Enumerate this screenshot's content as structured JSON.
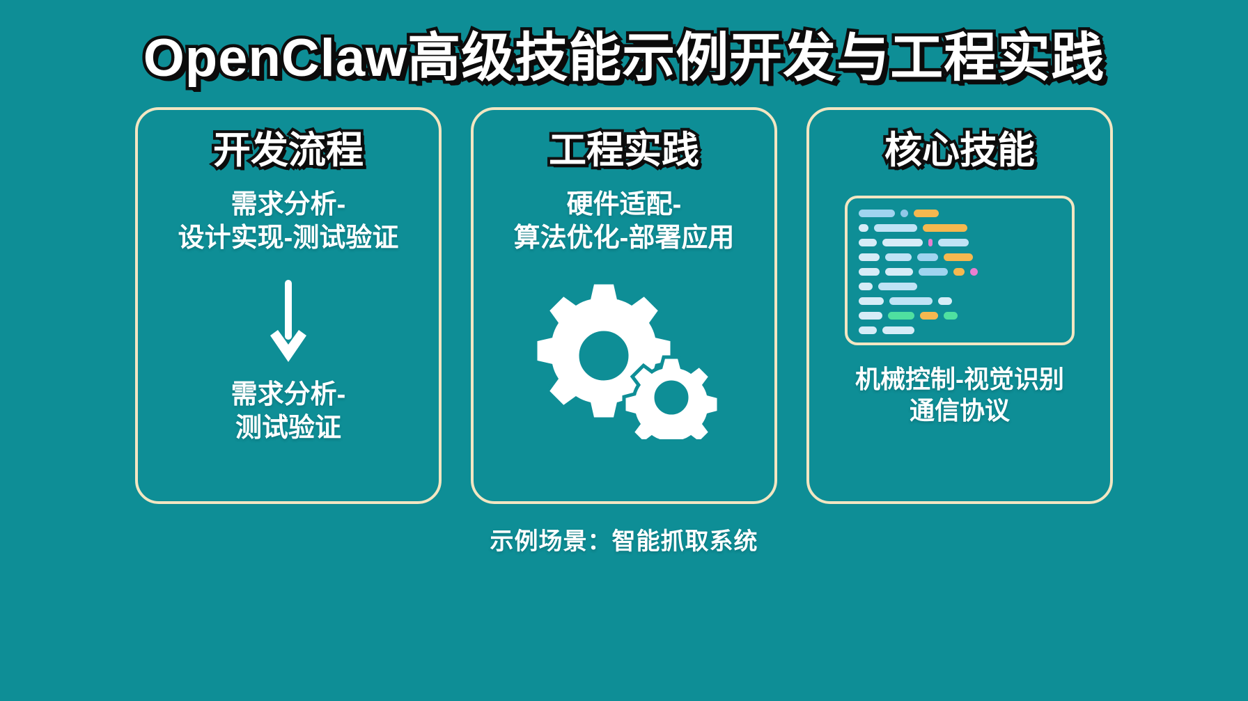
{
  "page": {
    "background_color": "#0e8e96",
    "accent_border_color": "#f2e6c2",
    "text_color": "#ffffff",
    "outline_color": "#101010",
    "title": "OpenClaw高级技能示例开发与工程实践",
    "footer": "示例场景：智能抓取系统"
  },
  "cards": [
    {
      "title": "开发流程",
      "body_top": "需求分析-\n设计实现-测试验证",
      "icon": "down-arrow-icon",
      "body_bottom": "需求分析-\n测试验证"
    },
    {
      "title": "工程实践",
      "body_top": "硬件适配-\n算法优化-部署应用",
      "icon": "gears-icon",
      "body_bottom": ""
    },
    {
      "title": "核心技能",
      "body_top": "",
      "icon": "code-window-icon",
      "body_bottom": "机械控制-视觉识别\n通信协议"
    }
  ],
  "code_window": {
    "palette": {
      "blue": "#9fd4ef",
      "light_blue": "#bfe3f5",
      "pale": "#d6ecf7",
      "orange": "#f5b84f",
      "green": "#4fe0a0",
      "pink": "#e87fd0",
      "grey_blue": "#8fc7e8"
    },
    "lines": [
      [
        {
          "c": "blue",
          "w": 52
        },
        {
          "c": "grey_blue",
          "w": 11,
          "dot": true
        },
        {
          "c": "orange",
          "w": 36
        }
      ],
      [
        {
          "c": "pale",
          "w": 14
        },
        {
          "c": "light_blue",
          "w": 62
        },
        {
          "c": "orange",
          "w": 64
        }
      ],
      [
        {
          "c": "pale",
          "w": 26
        },
        {
          "c": "pale",
          "w": 58
        },
        {
          "c": "pink",
          "w": 6
        },
        {
          "c": "light_blue",
          "w": 44
        }
      ],
      [
        {
          "c": "pale",
          "w": 30
        },
        {
          "c": "light_blue",
          "w": 38
        },
        {
          "c": "blue",
          "w": 30
        },
        {
          "c": "orange",
          "w": 42
        }
      ],
      [
        {
          "c": "pale",
          "w": 30
        },
        {
          "c": "pale",
          "w": 40
        },
        {
          "c": "blue",
          "w": 42
        },
        {
          "c": "orange",
          "w": 16
        },
        {
          "c": "pink",
          "w": 11,
          "dot": true
        }
      ],
      [
        {
          "c": "pale",
          "w": 20
        },
        {
          "c": "light_blue",
          "w": 56
        }
      ],
      [
        {
          "c": "pale",
          "w": 36
        },
        {
          "c": "light_blue",
          "w": 62
        },
        {
          "c": "pale",
          "w": 20
        }
      ],
      [
        {
          "c": "pale",
          "w": 34
        },
        {
          "c": "green",
          "w": 38
        },
        {
          "c": "orange",
          "w": 26
        },
        {
          "c": "green",
          "w": 20
        }
      ],
      [
        {
          "c": "pale",
          "w": 26
        },
        {
          "c": "pale",
          "w": 46
        }
      ]
    ]
  }
}
